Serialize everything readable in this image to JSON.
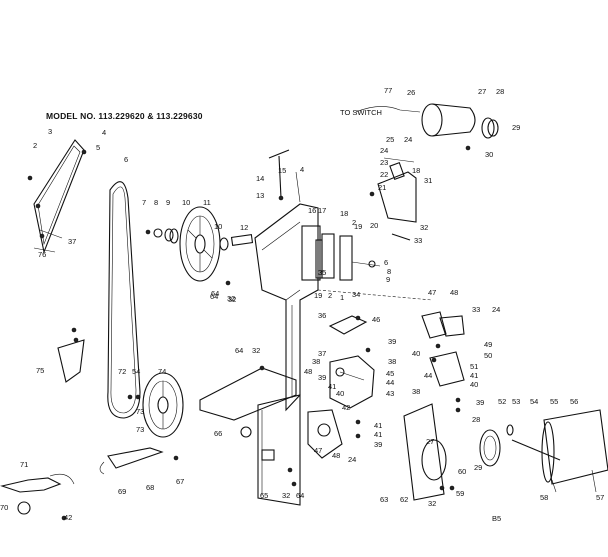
{
  "model_label": "MODEL NO. 113.229620 & 113.229630",
  "switch_label": "TO SWITCH",
  "page_code": "B5",
  "callouts": [
    {
      "id": "c2a",
      "text": "2"
    },
    {
      "id": "c3",
      "text": "3"
    },
    {
      "id": "c4a",
      "text": "4"
    },
    {
      "id": "c5",
      "text": "5"
    },
    {
      "id": "c6",
      "text": "6"
    },
    {
      "id": "c7",
      "text": "7"
    },
    {
      "id": "c8",
      "text": "8"
    },
    {
      "id": "c9",
      "text": "9"
    },
    {
      "id": "c10a",
      "text": "10"
    },
    {
      "id": "c11",
      "text": "11"
    },
    {
      "id": "c10b",
      "text": "10"
    },
    {
      "id": "c12",
      "text": "12"
    },
    {
      "id": "c14",
      "text": "14"
    },
    {
      "id": "c15",
      "text": "15"
    },
    {
      "id": "c4b",
      "text": "4"
    },
    {
      "id": "c13",
      "text": "13"
    },
    {
      "id": "c16",
      "text": "16"
    },
    {
      "id": "c17",
      "text": "17"
    },
    {
      "id": "c18a",
      "text": "18"
    },
    {
      "id": "c2b",
      "text": "2"
    },
    {
      "id": "c19a",
      "text": "19"
    },
    {
      "id": "c20",
      "text": "20"
    },
    {
      "id": "c37a",
      "text": "37"
    },
    {
      "id": "c76",
      "text": "76"
    },
    {
      "id": "c64a",
      "text": "64"
    },
    {
      "id": "c32a",
      "text": "32"
    },
    {
      "id": "c35",
      "text": "35"
    },
    {
      "id": "c19b",
      "text": "19"
    },
    {
      "id": "c2c",
      "text": "2"
    },
    {
      "id": "c1",
      "text": "1"
    },
    {
      "id": "c34",
      "text": "34"
    },
    {
      "id": "c77",
      "text": "77"
    },
    {
      "id": "c26",
      "text": "26"
    },
    {
      "id": "c27a",
      "text": "27"
    },
    {
      "id": "c28a",
      "text": "28"
    },
    {
      "id": "c29a",
      "text": "29"
    },
    {
      "id": "c30",
      "text": "30"
    },
    {
      "id": "c25",
      "text": "25"
    },
    {
      "id": "c24a",
      "text": "24"
    },
    {
      "id": "c24b",
      "text": "24"
    },
    {
      "id": "c23",
      "text": "23"
    },
    {
      "id": "c22",
      "text": "22"
    },
    {
      "id": "c18b",
      "text": "18"
    },
    {
      "id": "c31",
      "text": "31"
    },
    {
      "id": "c21",
      "text": "21"
    },
    {
      "id": "c32b",
      "text": "32"
    },
    {
      "id": "c33a",
      "text": "33"
    },
    {
      "id": "c6b",
      "text": "6"
    },
    {
      "id": "c8b",
      "text": "8"
    },
    {
      "id": "c9b",
      "text": "9"
    },
    {
      "id": "c64b",
      "text": "64"
    },
    {
      "id": "c32c",
      "text": "32"
    },
    {
      "id": "c64c",
      "text": "64"
    },
    {
      "id": "c32d",
      "text": "32"
    },
    {
      "id": "c75",
      "text": "75"
    },
    {
      "id": "c36",
      "text": "36"
    },
    {
      "id": "c46",
      "text": "46"
    },
    {
      "id": "c47a",
      "text": "47"
    },
    {
      "id": "c48a",
      "text": "48"
    },
    {
      "id": "c33b",
      "text": "33"
    },
    {
      "id": "c24c",
      "text": "24"
    },
    {
      "id": "c49",
      "text": "49"
    },
    {
      "id": "c39a",
      "text": "39"
    },
    {
      "id": "c38a",
      "text": "38"
    },
    {
      "id": "c37b",
      "text": "37"
    },
    {
      "id": "c38b",
      "text": "38"
    },
    {
      "id": "c48b",
      "text": "48"
    },
    {
      "id": "c39b",
      "text": "39"
    },
    {
      "id": "c50",
      "text": "50"
    },
    {
      "id": "c45",
      "text": "45"
    },
    {
      "id": "c44a",
      "text": "44"
    },
    {
      "id": "c43",
      "text": "43"
    },
    {
      "id": "c41a",
      "text": "41"
    },
    {
      "id": "c40a",
      "text": "40"
    },
    {
      "id": "c72",
      "text": "72"
    },
    {
      "id": "c54a",
      "text": "54"
    },
    {
      "id": "c74",
      "text": "74"
    },
    {
      "id": "c73a",
      "text": "73"
    },
    {
      "id": "c66",
      "text": "66"
    },
    {
      "id": "c42a",
      "text": "42"
    },
    {
      "id": "c40b",
      "text": "40"
    },
    {
      "id": "c51",
      "text": "51"
    },
    {
      "id": "c41b",
      "text": "41"
    },
    {
      "id": "c44b",
      "text": "44"
    },
    {
      "id": "c40c",
      "text": "40"
    },
    {
      "id": "c38c",
      "text": "38"
    },
    {
      "id": "c39c",
      "text": "39"
    },
    {
      "id": "c28b",
      "text": "28"
    },
    {
      "id": "c52",
      "text": "52"
    },
    {
      "id": "c53",
      "text": "53"
    },
    {
      "id": "c54b",
      "text": "54"
    },
    {
      "id": "c55",
      "text": "55"
    },
    {
      "id": "c56",
      "text": "56"
    },
    {
      "id": "c41c",
      "text": "41"
    },
    {
      "id": "c41d",
      "text": "41"
    },
    {
      "id": "c39d",
      "text": "39"
    },
    {
      "id": "c27b",
      "text": "27"
    },
    {
      "id": "c29b",
      "text": "29"
    },
    {
      "id": "c60",
      "text": "60"
    },
    {
      "id": "c73b",
      "text": "73"
    },
    {
      "id": "c47b",
      "text": "47"
    },
    {
      "id": "c48c",
      "text": "48"
    },
    {
      "id": "c24d",
      "text": "24"
    },
    {
      "id": "c71",
      "text": "71"
    },
    {
      "id": "c69",
      "text": "69"
    },
    {
      "id": "c68",
      "text": "68"
    },
    {
      "id": "c67",
      "text": "67"
    },
    {
      "id": "c65",
      "text": "65"
    },
    {
      "id": "c32e",
      "text": "32"
    },
    {
      "id": "c64d",
      "text": "64"
    },
    {
      "id": "c63",
      "text": "63"
    },
    {
      "id": "c62",
      "text": "62"
    },
    {
      "id": "c32f",
      "text": "32"
    },
    {
      "id": "c59",
      "text": "59"
    },
    {
      "id": "c58",
      "text": "58"
    },
    {
      "id": "c57",
      "text": "57"
    },
    {
      "id": "c70",
      "text": "70"
    },
    {
      "id": "c42b",
      "text": "42"
    }
  ]
}
